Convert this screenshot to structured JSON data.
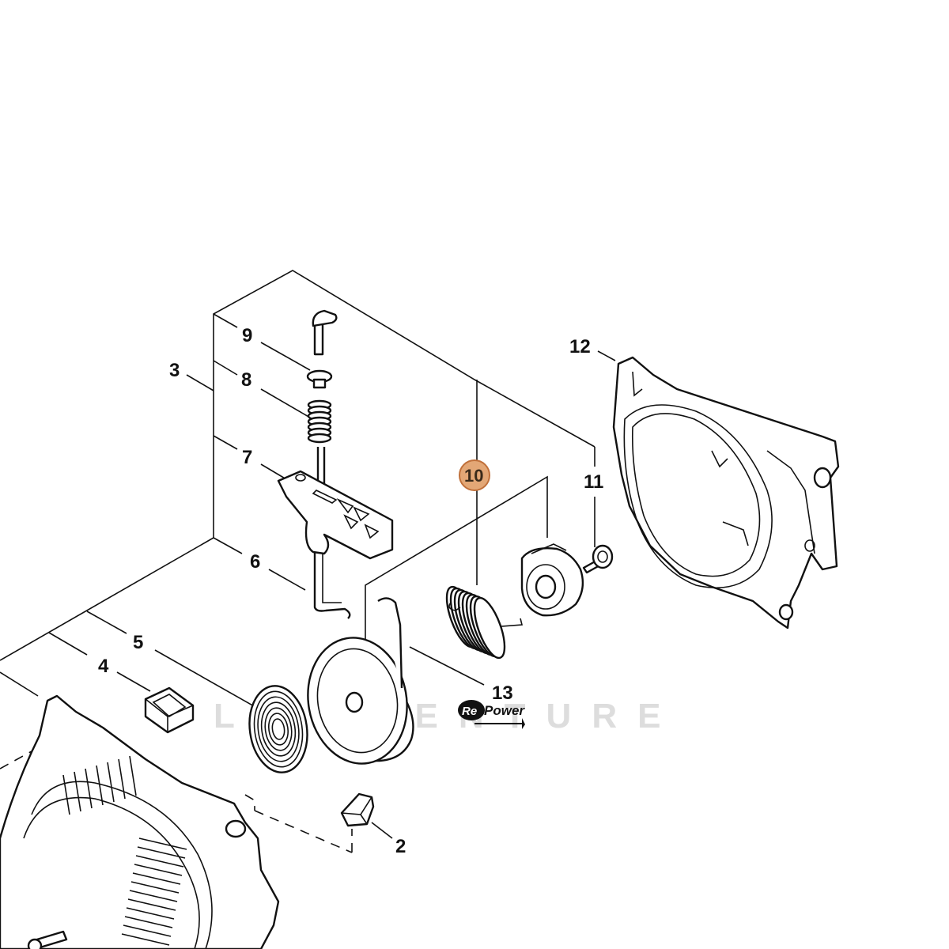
{
  "labels": [
    {
      "id": "1"
    },
    {
      "id": "9",
      "text": "9"
    },
    {
      "id": "8",
      "text": "8"
    },
    {
      "id": "3",
      "text": "3"
    },
    {
      "id": "7",
      "text": "7"
    },
    {
      "id": "6",
      "text": "6"
    },
    {
      "id": "5",
      "text": "5"
    },
    {
      "id": "4",
      "text": "4"
    },
    {
      "id": "2",
      "text": "2"
    },
    {
      "id": "10",
      "text": "10"
    },
    {
      "id": "11",
      "text": "11"
    },
    {
      "id": "12",
      "text": "12"
    },
    {
      "id": "13",
      "text": "13"
    }
  ],
  "highlight": {
    "label": "10",
    "fill": "#e3a776",
    "stroke": "#c0703a"
  },
  "brand": {
    "prefix": "Re",
    "suffix": "Power"
  },
  "watermark": "L'AVVENTURE",
  "colors": {
    "line": "#111111",
    "background": "#ffffff",
    "watermark": "#dddddd"
  }
}
